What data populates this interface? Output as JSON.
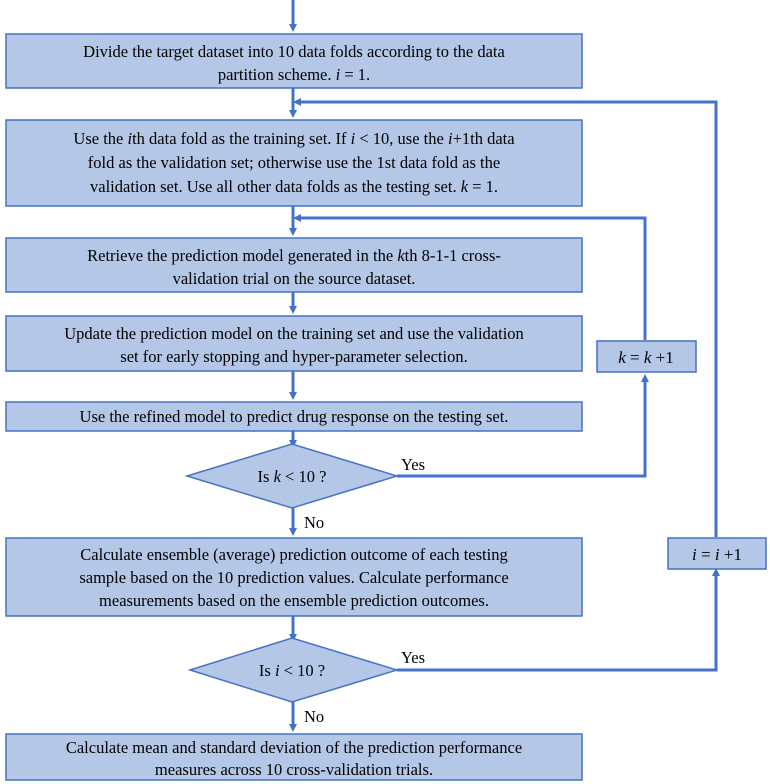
{
  "steps": {
    "divide": {
      "line1": "Divide the target dataset into 10 data folds according to the data",
      "line2_plain": "partition scheme. ",
      "line2_var": "i",
      "line2_rest": " = 1."
    },
    "assign": {
      "line1_a": "Use the ",
      "line1_var1": "i",
      "line1_b": "th data fold as the training set. If ",
      "line1_var2": "i",
      "line1_c": " < 10, use the ",
      "line1_var3": "i",
      "line1_d": "+1th data",
      "line2": "fold as the validation set; otherwise use the 1st data fold as the",
      "line3_a": "validation set. Use all other data folds as the testing set. ",
      "line3_var": "k",
      "line3_b": " = 1."
    },
    "retrieve": {
      "line1_a": "Retrieve the prediction model generated in the ",
      "line1_var": "k",
      "line1_b": "th 8-1-1 cross-",
      "line2": "validation trial on the source dataset."
    },
    "update": {
      "line1": "Update the prediction model on the training set and use the validation",
      "line2": "set for early stopping and hyper-parameter selection."
    },
    "predict": {
      "line1": "Use the refined model to predict drug response on the testing set."
    },
    "ensemble": {
      "line1": "Calculate ensemble (average) prediction outcome of each testing",
      "line2": "sample based on the 10 prediction values. Calculate performance",
      "line3": "measurements based on the ensemble prediction outcomes."
    },
    "final": {
      "line1": "Calculate mean and standard deviation of the prediction performance",
      "line2": "measures across 10 cross-validation trials."
    }
  },
  "decisions": {
    "k_check": {
      "pre": "Is ",
      "var": "k",
      "post": " < 10 ?",
      "yes": "Yes",
      "no": "No"
    },
    "i_check": {
      "pre": "Is ",
      "var": "i",
      "post": " < 10 ?",
      "yes": "Yes",
      "no": "No"
    }
  },
  "increments": {
    "k": {
      "var1": "k",
      "mid": " = ",
      "var2": "k",
      "post": " +1"
    },
    "i": {
      "var1": "i",
      "mid": " = ",
      "var2": "i",
      "post": " +1"
    }
  },
  "colors": {
    "box_fill": "#b4c7e7",
    "box_stroke": "#4472c4",
    "connector": "#4472c4"
  }
}
